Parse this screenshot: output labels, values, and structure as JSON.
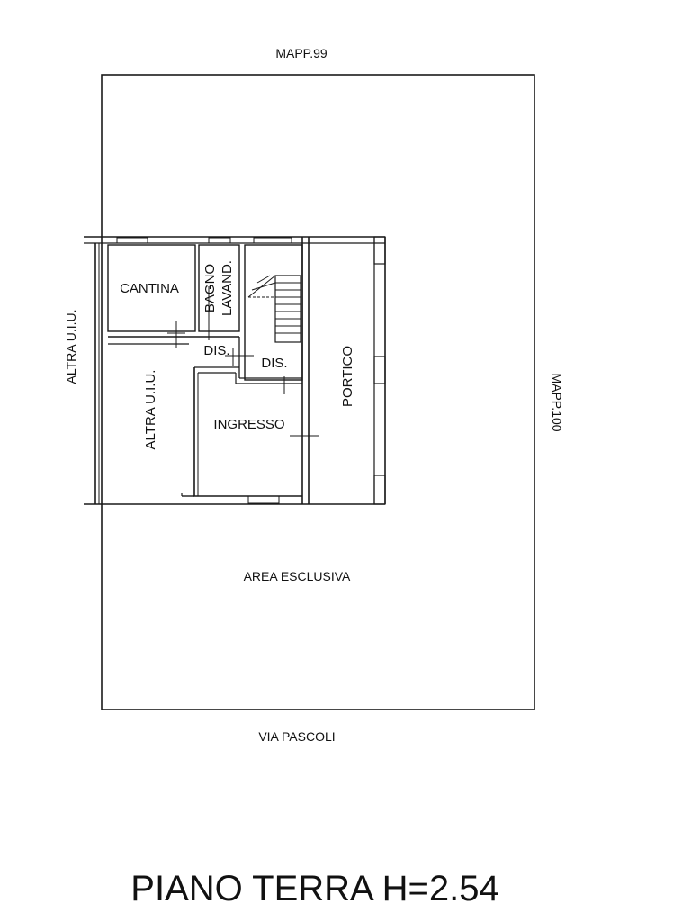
{
  "labels": {
    "north_neighbor": "MAPP.99",
    "east_neighbor": "MAPP.100",
    "south_street": "VIA PASCOLI",
    "west_neighbor": "ALTRA U.I.U.",
    "inner_other_unit": "ALTRA U.I.U.",
    "exclusive_area": "AREA ESCLUSIVA"
  },
  "rooms": {
    "cantina": "CANTINA",
    "bagno_lavand_line1": "BAGNO",
    "bagno_lavand_line2": "LAVAND.",
    "dis_left": "DIS.",
    "dis_right": "DIS.",
    "ingresso": "INGRESSO",
    "portico": "PORTICO"
  },
  "floor": {
    "title": "PIANO TERRA H=2.54"
  },
  "colors": {
    "ink": "#111111",
    "paper": "#ffffff"
  }
}
